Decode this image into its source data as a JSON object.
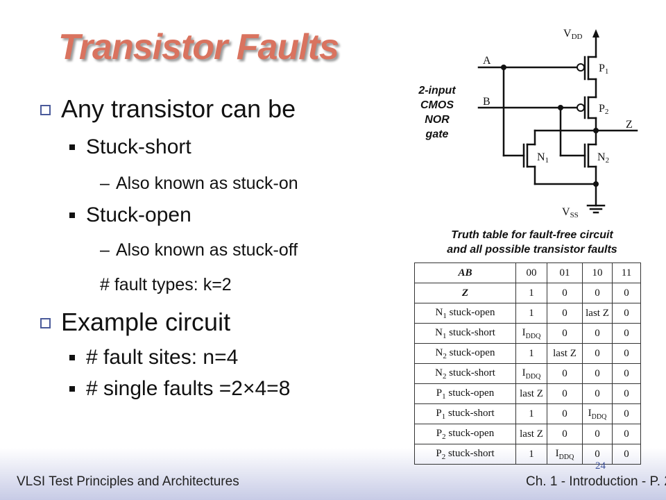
{
  "slide": {
    "title": "Transistor Faults",
    "bullets": {
      "b1": "Any transistor can be",
      "b1_1": "Stuck-short",
      "b1_1_1": "Also known as stuck-on",
      "b1_2": "Stuck-open",
      "b1_2_1": "Also known as stuck-off",
      "b1_2_2": "# fault types: k=2",
      "b2": "Example circuit",
      "b2_1": "# fault sites: n=4",
      "b2_2": "# single faults =2×4=8"
    }
  },
  "circuit": {
    "label_line1": "2-input",
    "label_line2": "CMOS",
    "label_line3": "NOR",
    "label_line4": "gate",
    "vdd": "V",
    "vdd_sub": "DD",
    "vss": "V",
    "vss_sub": "SS",
    "input_a": "A",
    "input_b": "B",
    "output_z": "Z",
    "p1": "P",
    "p1_sub": "1",
    "p2": "P",
    "p2_sub": "2",
    "n1": "N",
    "n1_sub": "1",
    "n2": "N",
    "n2_sub": "2"
  },
  "table": {
    "caption_line1": "Truth table for fault-free circuit",
    "caption_line2": "and all possible transistor faults",
    "header": [
      "AB",
      "00",
      "01",
      "10",
      "11"
    ],
    "z_row": [
      "Z",
      "1",
      "0",
      "0",
      "0"
    ],
    "rows": [
      {
        "name": "N",
        "sub": "1",
        "kind": " stuck-open",
        "v": [
          "1",
          "0",
          "last Z",
          "0"
        ]
      },
      {
        "name": "N",
        "sub": "1",
        "kind": " stuck-short",
        "v": [
          "I",
          "0",
          "0",
          "0"
        ],
        "vsub": [
          "DDQ",
          "",
          "",
          ""
        ]
      },
      {
        "name": "N",
        "sub": "2",
        "kind": " stuck-open",
        "v": [
          "1",
          "last Z",
          "0",
          "0"
        ]
      },
      {
        "name": "N",
        "sub": "2",
        "kind": " stuck-short",
        "v": [
          "I",
          "0",
          "0",
          "0"
        ],
        "vsub": [
          "DDQ",
          "",
          "",
          ""
        ]
      },
      {
        "name": "P",
        "sub": "1",
        "kind": " stuck-open",
        "v": [
          "last Z",
          "0",
          "0",
          "0"
        ]
      },
      {
        "name": "P",
        "sub": "1",
        "kind": " stuck-short",
        "v": [
          "1",
          "0",
          "I",
          "0"
        ],
        "vsub": [
          "",
          "",
          "DDQ",
          ""
        ]
      },
      {
        "name": "P",
        "sub": "2",
        "kind": " stuck-open",
        "v": [
          "last Z",
          "0",
          "0",
          "0"
        ]
      },
      {
        "name": "P",
        "sub": "2",
        "kind": " stuck-short",
        "v": [
          "1",
          "I",
          "0",
          "0"
        ],
        "vsub": [
          "",
          "DDQ",
          "",
          ""
        ]
      }
    ]
  },
  "footer": {
    "left": "VLSI Test Principles and Architectures",
    "right": "Ch. 1 - Introduction - P.",
    "page": "24",
    "slide_number": "24"
  },
  "colors": {
    "title": "#d9735f",
    "bullet_marker": "#4a5a9a",
    "footer_gradient_end": "#c7cbe6"
  }
}
